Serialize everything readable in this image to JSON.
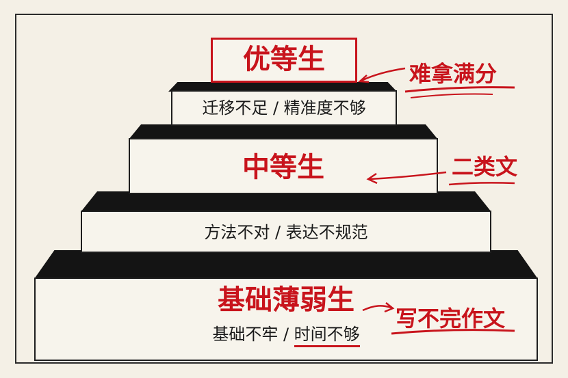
{
  "levels": {
    "top": {
      "title": "优等生",
      "note": "难拿满分",
      "issues": "迁移不足 / 精准度不够"
    },
    "middle": {
      "title": "中等生",
      "note": "二类文",
      "issues": "方法不对 / 表达不规范"
    },
    "bottom": {
      "title": "基础薄弱生",
      "note": "写不完作文",
      "issues_part1": "基础不牢 / ",
      "issues_part2": "时间不够"
    }
  },
  "colors": {
    "accent": "#c8141c",
    "ink": "#141414",
    "paper": "#f4f0e6"
  }
}
